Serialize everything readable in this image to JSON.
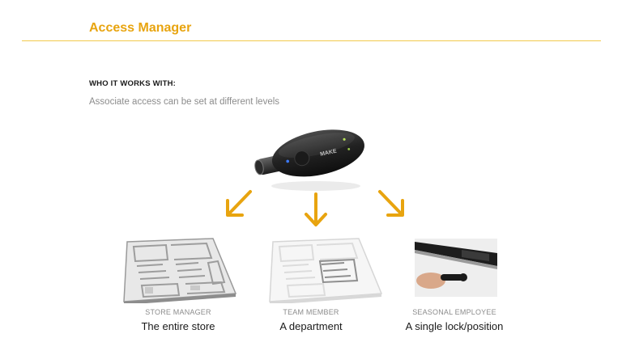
{
  "header": {
    "title": "Access Manager"
  },
  "section": {
    "heading": "WHO IT WORKS WITH:",
    "subtitle": "Associate access can be set at different levels"
  },
  "device": {
    "brand_text": "MAKE"
  },
  "levels": [
    {
      "role": "STORE MANAGER",
      "scope": "The entire store"
    },
    {
      "role": "TEAM MEMBER",
      "scope": "A department"
    },
    {
      "role": "SEASONAL EMPLOYEE",
      "scope": "A single lock/position"
    }
  ],
  "colors": {
    "accent": "#e8a40f",
    "rule": "#f2c94c",
    "muted": "#8c8c8c",
    "text": "#1a1a1a"
  }
}
